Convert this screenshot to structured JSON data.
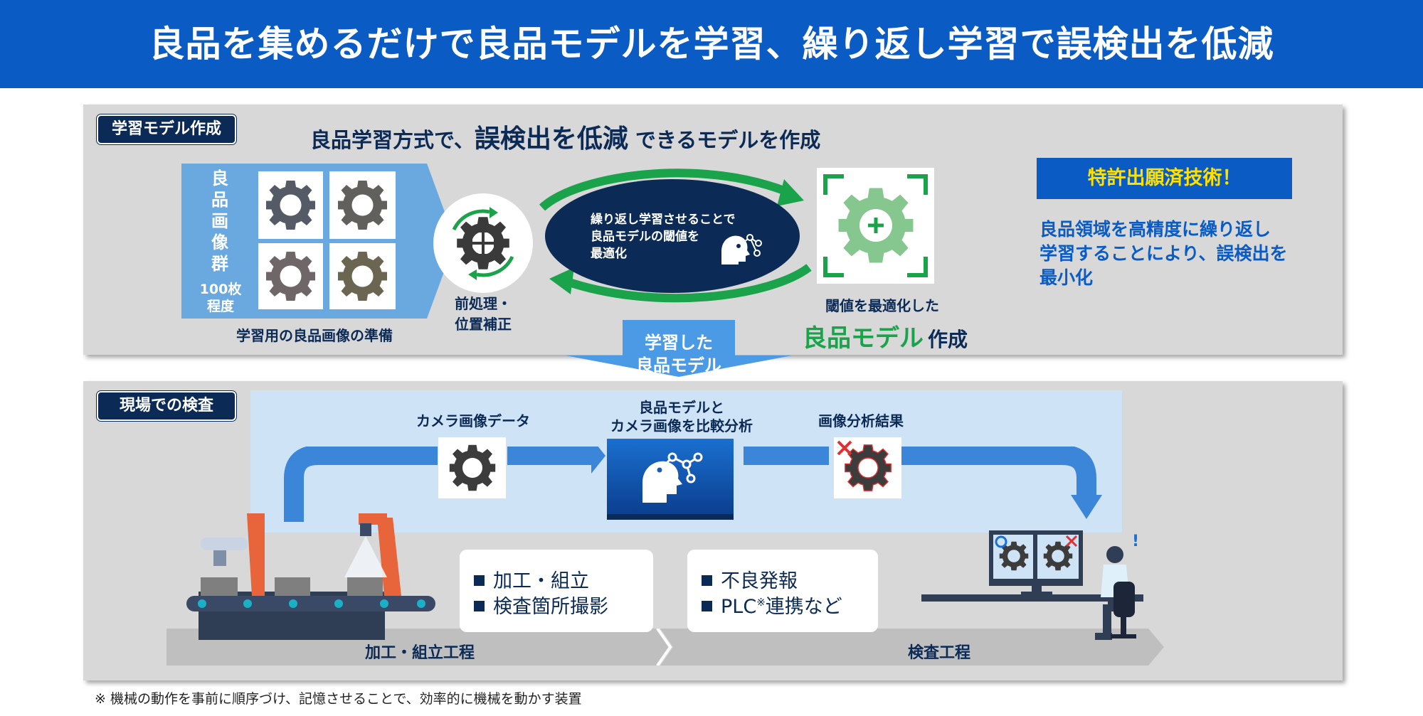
{
  "header": {
    "title": "良品を集めるだけで良品モデルを学習、繰り返し学習で誤検出を低減"
  },
  "section1": {
    "tag": "学習モデル作成",
    "headline_pre": "良品学習方式で、",
    "headline_emph": "誤検出を低減",
    "headline_post": "できるモデルを作成",
    "image_group_label": [
      "良",
      "品",
      "画",
      "像",
      "群"
    ],
    "image_count": "100枚",
    "image_count_suffix": "程度",
    "image_caption": "学習用の良品画像の準備",
    "preprocess_label_1": "前処理・",
    "preprocess_label_2": "位置補正",
    "cycle_text_1": "繰り返し学習させることで",
    "cycle_text_2": "良品モデルの閾値を",
    "cycle_text_3": "最適化",
    "model_caption_1": "閾値を最適化した",
    "model_caption_emph": "良品モデル",
    "model_caption_post": "作成",
    "patent_badge": "特許出願済技術！",
    "patent_desc_1": "良品領域を高精度に繰り返し",
    "patent_desc_2": "学習することにより、誤検出を",
    "patent_desc_3": "最小化",
    "down_arrow_1": "学習した",
    "down_arrow_2": "良品モデル"
  },
  "section2": {
    "tag": "現場での検査",
    "camera_label": "カメラ画像データ",
    "compare_label_1": "良品モデルと",
    "compare_label_2": "カメラ画像を比較分析",
    "result_label": "画像分析結果",
    "process_items": [
      "加工・組立",
      "検査箇所撮影"
    ],
    "inspect_items": [
      "不良発報",
      "PLC"
    ],
    "inspect_item2_sup": "※",
    "inspect_item2_post": "連携など",
    "stage1": "加工・組立工程",
    "stage2": "検査工程"
  },
  "footnote": "※ 機械の動作を事前に順序づけ、記憶させることで、効率的に機械を動かす装置",
  "colors": {
    "header": "#0a5bc4",
    "navy": "#0b2a55",
    "green": "#1aa34a",
    "panel": "#d8d8d8",
    "light_blue": "#cfe3f6",
    "arrow_blue": "#3b86d8"
  },
  "icons": [
    "gear-icon",
    "move-icon",
    "plus-icon",
    "ai-head-icon",
    "cross-icon",
    "robot-arm-icon",
    "monitor-icon",
    "person-icon"
  ]
}
